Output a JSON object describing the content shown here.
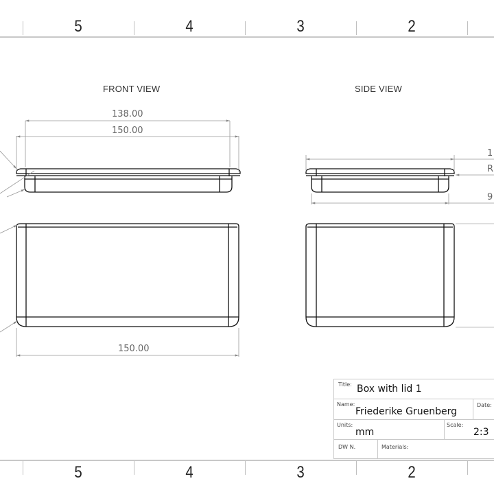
{
  "sheet": {
    "zone_labels_top": [
      "5",
      "4",
      "3",
      "2"
    ],
    "zone_labels_bottom": [
      "5",
      "4",
      "3",
      "2"
    ]
  },
  "views": {
    "front": {
      "title": "FRONT VIEW",
      "dims": {
        "inner_width": "138.00",
        "outer_width": "150.00",
        "bottom_width": "150.00"
      }
    },
    "side": {
      "title": "SIDE VIEW",
      "dims": {
        "top_partial": "1",
        "radius_partial": "R",
        "bottom_partial": "9"
      }
    }
  },
  "title_block": {
    "title_label": "Title:",
    "title_value": "Box with lid 1",
    "name_label": "Name:",
    "name_value": "Friederike Gruenberg",
    "date_label": "Date:",
    "units_label": "Units:",
    "units_value": "mm",
    "scale_label": "Scale:",
    "scale_value": "2:3",
    "dwn_label": "DW N.",
    "materials_label": "Materials:"
  }
}
